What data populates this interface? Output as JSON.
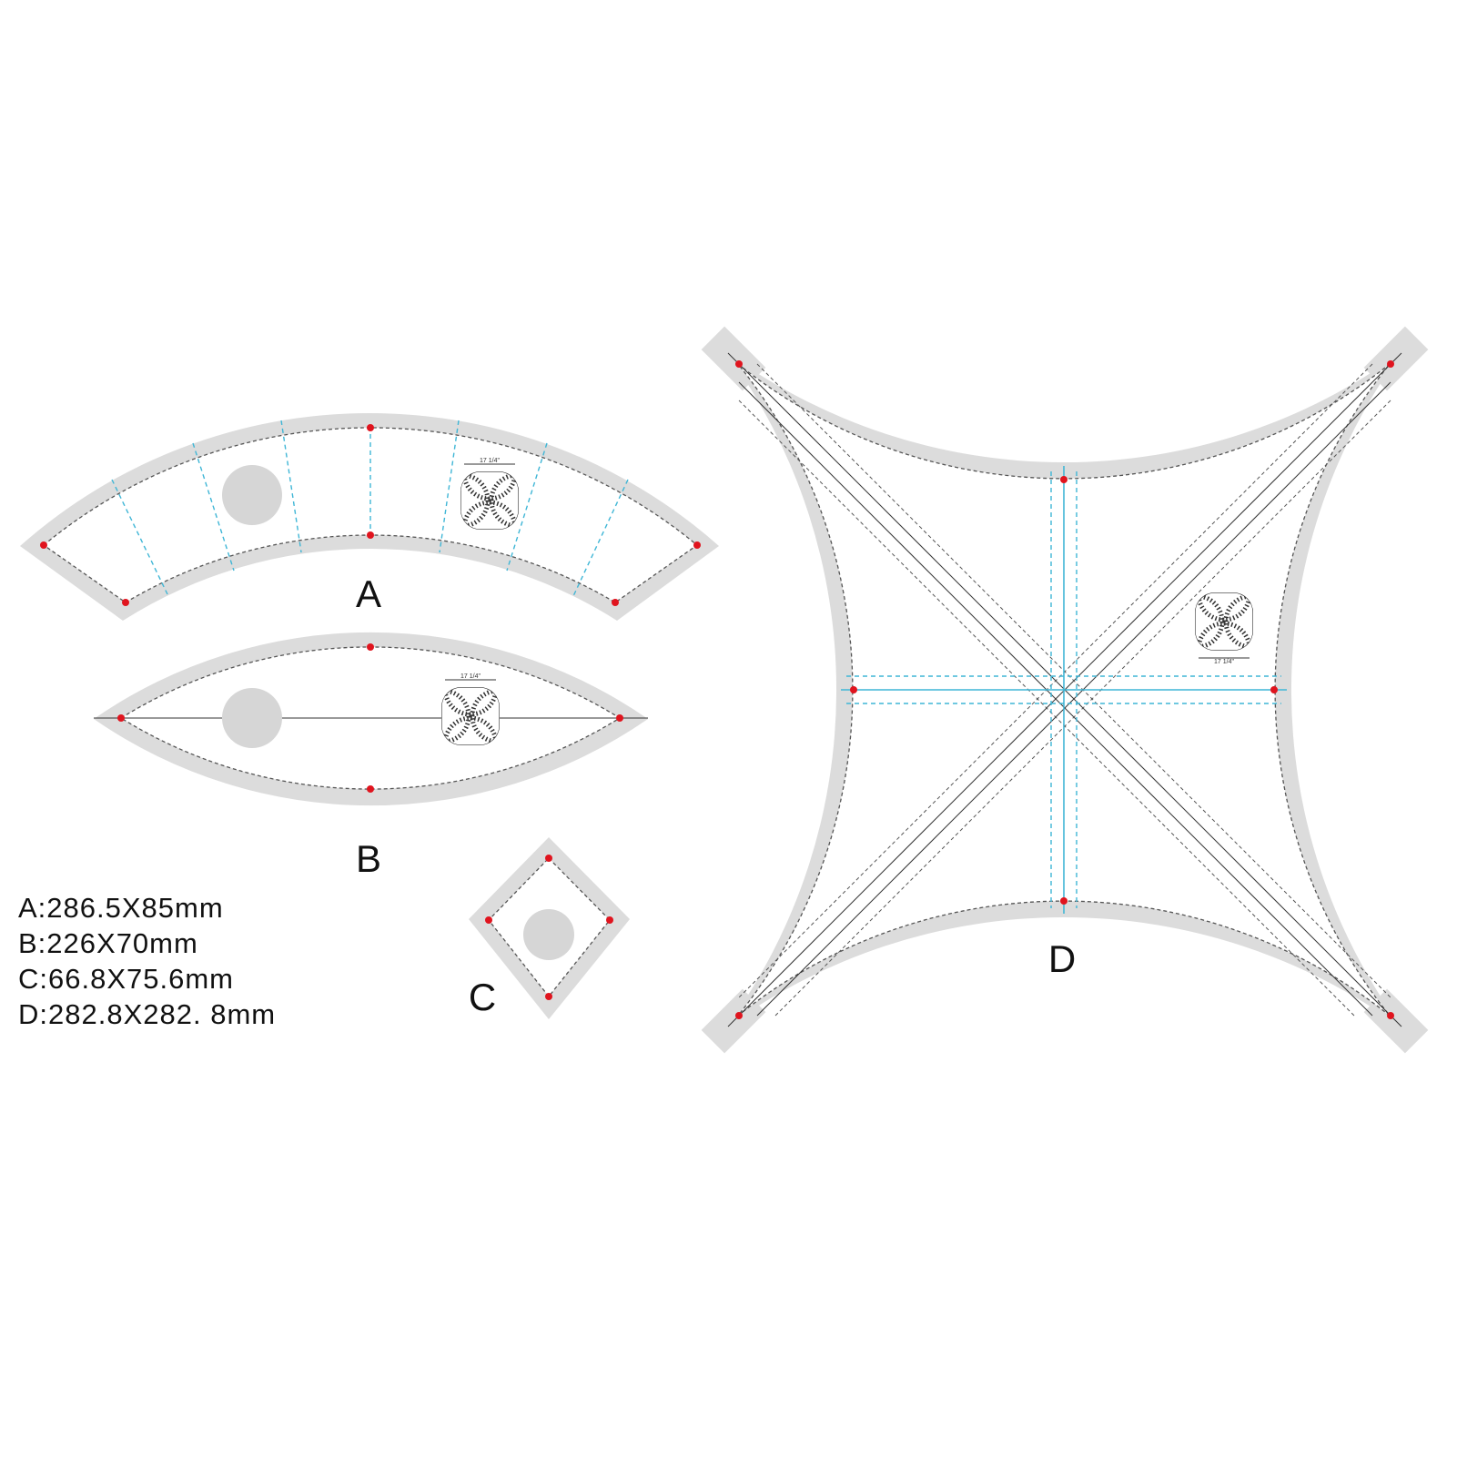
{
  "templates": [
    {
      "id": "A",
      "label": "A"
    },
    {
      "id": "B",
      "label": "B"
    },
    {
      "id": "C",
      "label": "C"
    },
    {
      "id": "D",
      "label": "D"
    }
  ],
  "dimensions": [
    "A:286.5X85mm",
    "B:226X70mm",
    "C:66.8X75.6mm",
    "D:282.8X282. 8mm"
  ],
  "logo_text": "17 1/4\"",
  "colors": {
    "template_border": "#dcdcdc",
    "guide_lines": "#3fb6d6",
    "markers": "#e0141e"
  }
}
